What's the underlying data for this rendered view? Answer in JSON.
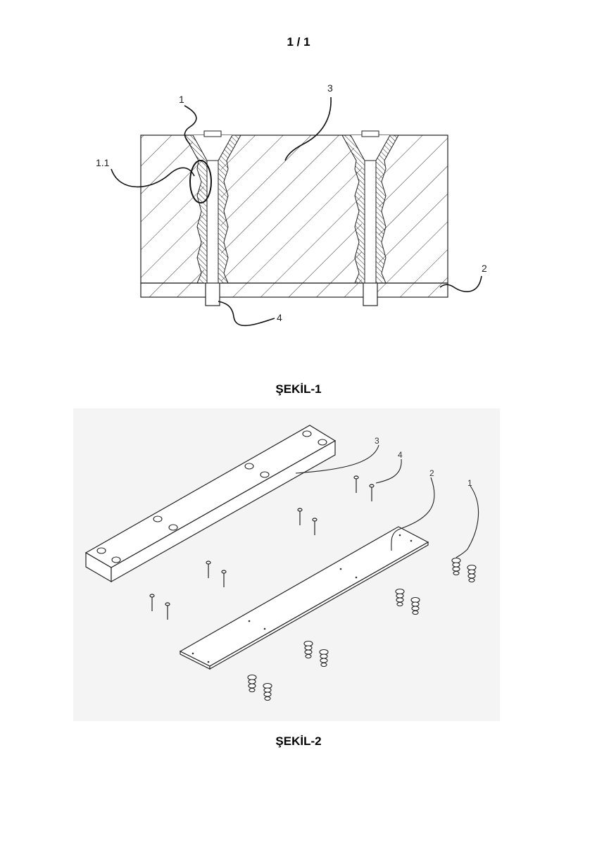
{
  "page_number": "1 / 1",
  "figure1": {
    "caption": "ŞEKİL-1",
    "labels": {
      "l1": "1",
      "l1_1": "1.1",
      "l2": "2",
      "l3": "3",
      "l4": "4"
    }
  },
  "figure2": {
    "caption": "ŞEKİL-2",
    "labels": {
      "l1": "1",
      "l2": "2",
      "l3": "3",
      "l4": "4"
    }
  }
}
